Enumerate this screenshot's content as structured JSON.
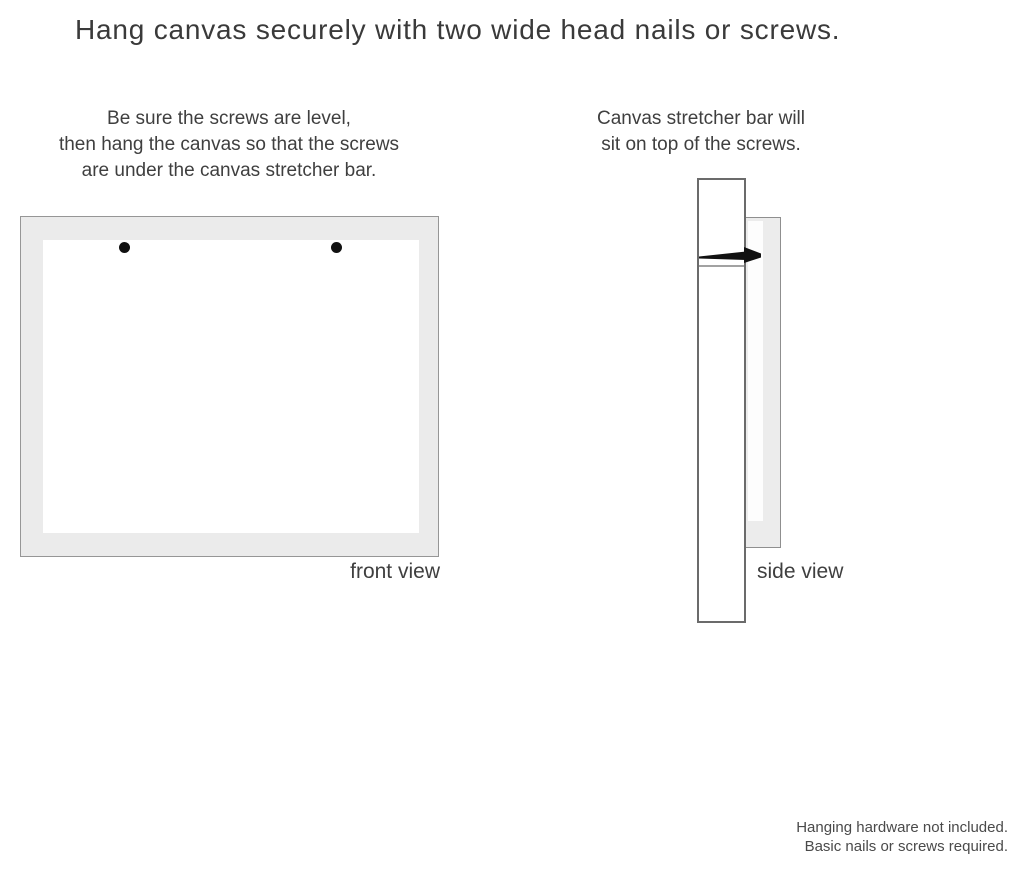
{
  "title": "Hang canvas securely with two wide head nails or screws.",
  "instructions": {
    "front": {
      "lines": [
        "Be sure the screws are level,",
        "then hang the canvas so that the screws",
        "are under the canvas stretcher bar."
      ]
    },
    "side": {
      "lines": [
        "Canvas stretcher bar will",
        "sit on top of the screws."
      ]
    }
  },
  "front_view": {
    "label": "front view"
  },
  "side_view": {
    "label": "side view"
  },
  "footer": {
    "lines": [
      "Hanging hardware not included.",
      "Basic nails or screws required."
    ]
  },
  "colors": {
    "background": "#ffffff",
    "canvas_fill": "#ebebeb",
    "canvas_border": "#969696",
    "wall_border": "#6b6b6b",
    "text": "#3d3d3d",
    "nail": "#111111"
  }
}
